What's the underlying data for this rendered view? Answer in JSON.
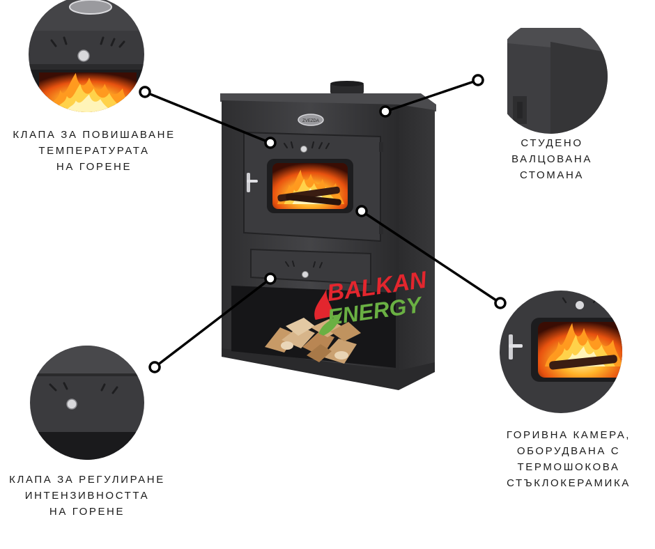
{
  "brand": {
    "line1": "BALKAN",
    "line2": "ENERGY",
    "color1": "#e3262e",
    "color2": "#6ab043"
  },
  "stove": {
    "badge_text": "ZVEZDA"
  },
  "callouts": {
    "top_left": [
      "КЛАПА ЗА ПОВИШАВАНЕ",
      "ТЕМПЕРАТУРАТА",
      "НА ГОРЕНЕ"
    ],
    "top_right": [
      "СТУДЕНО",
      "ВАЛЦОВАНА",
      "СТОМАНА"
    ],
    "bottom_left": [
      "КЛАПА ЗА РЕГУЛИРАНЕ",
      "ИНТЕНЗИВНОСТТА",
      "НА ГОРЕНЕ"
    ],
    "bottom_right": [
      "ГОРИВНА КАМЕРА,",
      "ОБОРУДВАНА С",
      "ТЕРМОШОКОВА",
      "СТЪКЛОКЕРАМИКА"
    ]
  },
  "colors": {
    "steel": "#3a3a3c",
    "steel_dark": "#232325",
    "steel_light": "#4a4a4d",
    "leader": "#000000"
  }
}
